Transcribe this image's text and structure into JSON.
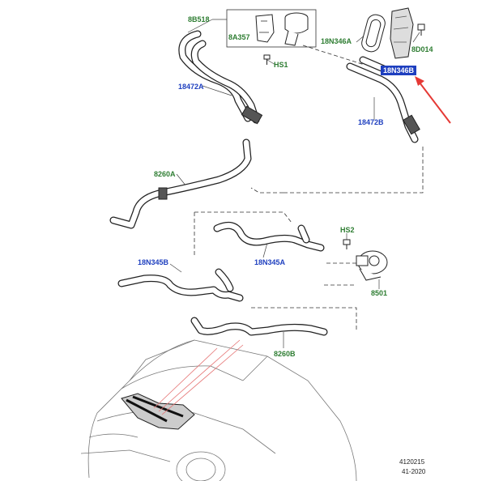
{
  "labels": {
    "l_8B518": "8B518",
    "l_8A357": "8A357",
    "l_HS1": "HS1",
    "l_18N346A": "18N346A",
    "l_8D014": "8D014",
    "l_18N346B": "18N346B",
    "l_18472A": "18472A",
    "l_18472B": "18472B",
    "l_8260A": "8260A",
    "l_HS2": "HS2",
    "l_18N345B": "18N345B",
    "l_18N345A": "18N345A",
    "l_8501": "8501",
    "l_8260B": "8260B"
  },
  "footer": {
    "code": "4120215",
    "date": "41-2020"
  },
  "colors": {
    "part_label": "#2e7d32",
    "hose_label": "#1e3fbf",
    "highlight_box": "#1e3fbf",
    "arrow": "#e53935",
    "line": "#222222"
  }
}
